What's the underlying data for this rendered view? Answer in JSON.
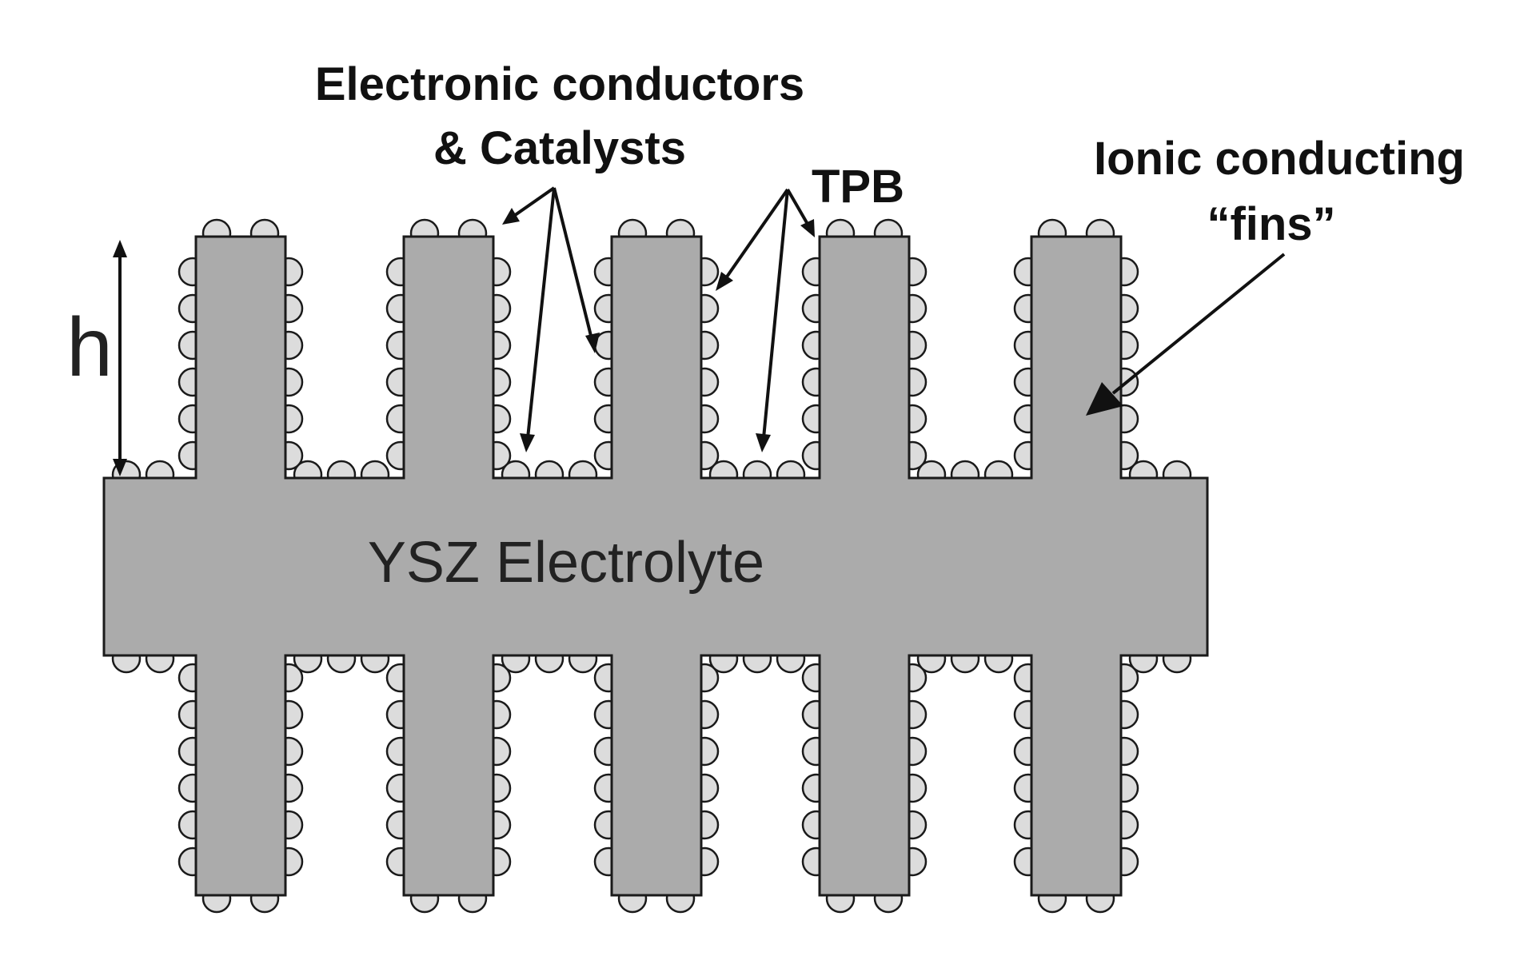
{
  "diagram": {
    "labels": {
      "electronic_line1": "Electronic conductors",
      "electronic_line2": "& Catalysts",
      "tpb": "TPB",
      "ionic_line1": "Ionic conducting",
      "ionic_line2": "“fins”",
      "electrolyte": "YSZ Electrolyte",
      "height_symbol": "h"
    },
    "fin_count_per_side": 5,
    "colors": {
      "material": "#ababab",
      "outline": "#1a1a1a",
      "bead": "#dcdcdc"
    }
  }
}
